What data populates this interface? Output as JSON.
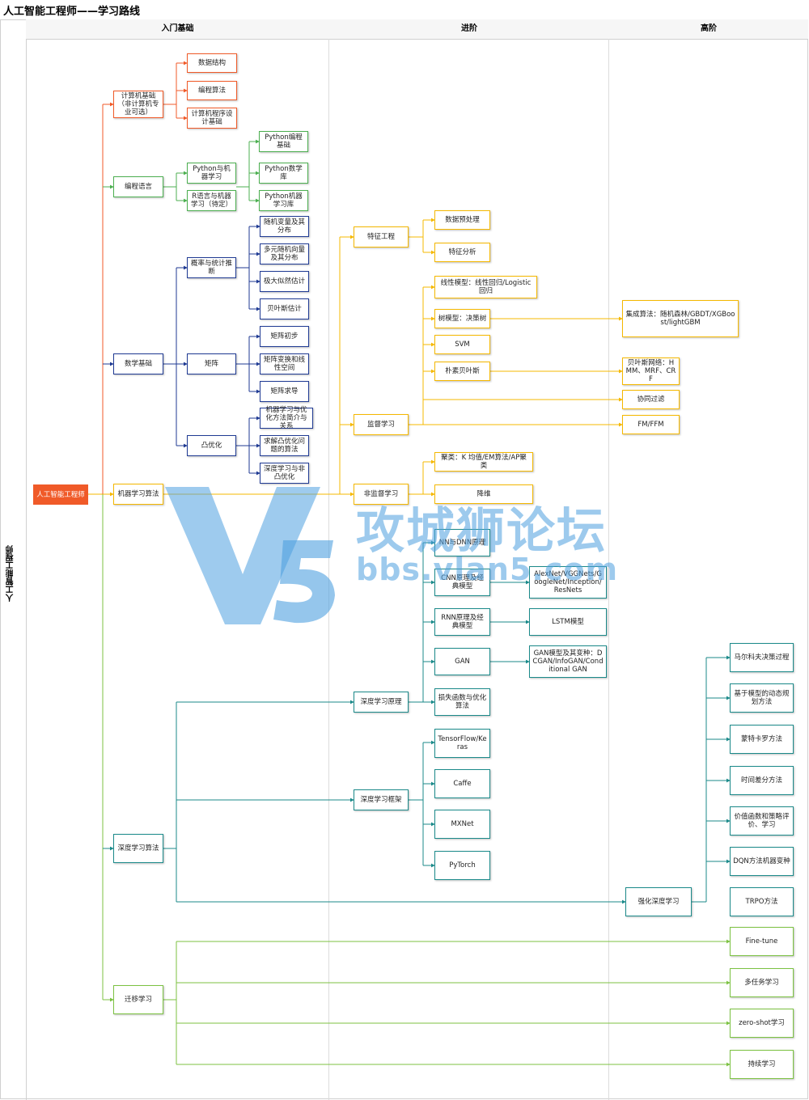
{
  "title": "人工智能工程师——学习路线",
  "side_label": "人工智能工程师",
  "columns": [
    "入门基础",
    "进阶",
    "高阶"
  ],
  "watermark": {
    "text": "攻城狮论坛",
    "url": "bbs.vlan5.com"
  },
  "colors": {
    "red": "#f05a28",
    "green": "#4caf50",
    "navy": "#1f3a93",
    "yellow": "#f5b800",
    "teal": "#1b8a8a",
    "lightgreen": "#7cc242"
  },
  "nodes": {
    "root": "人工智能工程师",
    "cs": "计算机基础（非计算机专业可选）",
    "ds": "数据结构",
    "algo": "编程算法",
    "prog": "计算机程序设计基础",
    "lang": "编程语言",
    "pyml": "Python与机器学习",
    "rml": "R语言与机器学习（待定）",
    "pybase": "Python编程基础",
    "pymath": "Python数学库",
    "pymllib": "Python机器学习库",
    "math": "数学基础",
    "prob": "概率与统计推断",
    "rv": "随机变量及其分布",
    "mrv": "多元随机向量及其分布",
    "mle": "极大似然估计",
    "bayes": "贝叶斯估计",
    "matrix": "矩阵",
    "mbasic": "矩阵初步",
    "mtrans": "矩阵变换和线性空间",
    "mderiv": "矩阵求导",
    "convex": "凸优化",
    "opt1": "机器学习与优化方法简介与关系",
    "opt2": "求解凸优化问题的算法",
    "opt3": "深度学习与非凸优化",
    "ml": "机器学习算法",
    "fe": "特征工程",
    "prep": "数据预处理",
    "fa": "特征分析",
    "sup": "监督学习",
    "linear": "线性模型：线性回归/Logistic回归",
    "tree": "树模型：决策树",
    "ensemble": "集成算法：随机森林/GBDT/XGBoost/lightGBM",
    "svm": "SVM",
    "nb": "朴素贝叶斯",
    "bn": "贝叶斯网络：HMM、MRF、CRF",
    "cf": "协同过滤",
    "fm": "FM/FFM",
    "unsup": "非监督学习",
    "cluster": "聚类：K 均值/EM算法/AP聚类",
    "dimred": "降维",
    "dl": "深度学习算法",
    "dlp": "深度学习原理",
    "nn": "NN与DNN原理",
    "cnn": "CNN原理及经典模型",
    "cnnm": "AlexNet/VGGNets/GoogleNet/Inception/ResNets",
    "rnn": "RNN原理及经典模型",
    "lstm": "LSTM模型",
    "gan": "GAN",
    "ganm": "GAN模型及其变种：DCGAN/InfoGAN/Conditional GAN",
    "loss": "损失函数与优化算法",
    "dlf": "深度学习框架",
    "tf": "TensorFlow/Keras",
    "caffe": "Caffe",
    "mx": "MXNet",
    "pt": "PyTorch",
    "rl": "强化深度学习",
    "mdp": "马尔科夫决策过程",
    "mbdp": "基于模型的动态规划方法",
    "mc": "蒙特卡罗方法",
    "td": "时间差分方法",
    "vf": "价值函数和策略评价、学习",
    "dqn": "DQN方法机器变种",
    "trpo": "TRPO方法",
    "tl": "迁移学习",
    "ft": "Fine-tune",
    "mt": "多任务学习",
    "zs": "zero-shot学习",
    "cl": "持续学习"
  }
}
